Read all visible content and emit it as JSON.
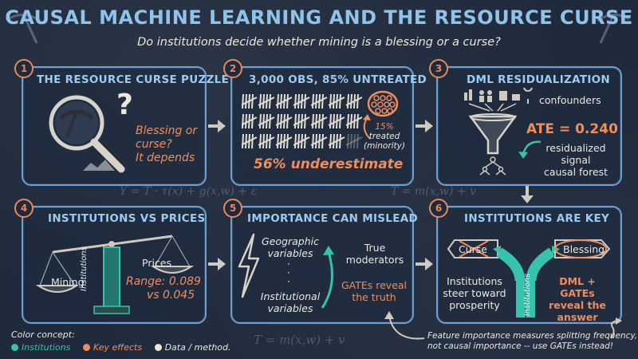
{
  "header": {
    "title": "CAUSAL MACHINE LEARNING AND THE RESOURCE CURSE",
    "subtitle": "Do institutions decide whether mining is a blessing or a curse?"
  },
  "panels": [
    {
      "number": "1",
      "title": "THE RESOURCE CURSE PUZZLE",
      "question_mark": "?",
      "text": "Blessing or curse? It depends",
      "text_lines": [
        "Blessing or",
        "curse?",
        "It depends"
      ]
    },
    {
      "number": "2",
      "title": "3,000 OBS, 85% UNTREATED",
      "treated_label": "15%",
      "treated_lines": [
        "15%",
        "treated",
        "(minority)"
      ],
      "treated_text": "treated (minority)",
      "result": "56% underestimate"
    },
    {
      "number": "3",
      "title": "DML RESIDUALIZATION",
      "confounders": "confounders",
      "ate": "ATE = 0.240",
      "forest_lines": [
        "residualized",
        "signal",
        "causal forest"
      ]
    },
    {
      "number": "4",
      "title": "INSTITUTIONS VS PRICES",
      "left_pan": "Mining",
      "right_pan": "Prices",
      "pillar": "Institutions",
      "range_lines": [
        "Range: 0.089",
        "vs 0.045"
      ]
    },
    {
      "number": "5",
      "title": "IMPORTANCE CAN MISLEAD",
      "geo_lines": [
        "Geographic",
        "variables"
      ],
      "inst_lines": [
        "Institutional",
        "variables"
      ],
      "moderators_lines": [
        "True",
        "moderators"
      ],
      "gates_lines": [
        "GATEs reveal",
        "the truth"
      ]
    },
    {
      "number": "6",
      "title": "INSTITUTIONS ARE KEY",
      "curse": "Curse",
      "blessing": "Blessing",
      "road_label": "Institutions",
      "steer_lines": [
        "Institutions",
        "steer toward",
        "prosperity"
      ],
      "answer_lines": [
        "DML + GATEs",
        "reveal the",
        "answer"
      ]
    }
  ],
  "formulas": {
    "f1": "Y = T · τ(x) + g(x,w) + ε",
    "f2": "T = m(x,w) + v",
    "f3": "T = m(x,w) + v"
  },
  "legend": {
    "title": "Color concept:",
    "items": [
      {
        "label": "Institutions",
        "color": "#37c2ad"
      },
      {
        "label": "Key effects",
        "color": "#ee8e5f"
      },
      {
        "label": "Data / method.",
        "color": "#ece8dc"
      }
    ]
  },
  "note_lines": [
    "Feature importance measures splitting frequency,",
    "not causal importance -- use GATEs instead!"
  ],
  "colors": {
    "panel_border": "#6f9fd0",
    "title_blue": "#8fc3ea",
    "accent_orange": "#ee8e5f",
    "accent_teal": "#37c2ad",
    "background": "#1f2a3c"
  }
}
